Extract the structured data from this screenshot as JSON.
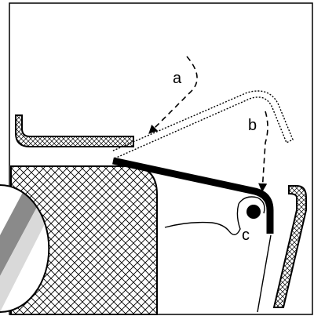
{
  "labels": {
    "a": "a",
    "b": "b",
    "c": "c"
  },
  "colors": {
    "line": "#000000",
    "background": "#ffffff",
    "lens_dark": "#8a8a8a",
    "lens_light": "#d9d9d9"
  }
}
